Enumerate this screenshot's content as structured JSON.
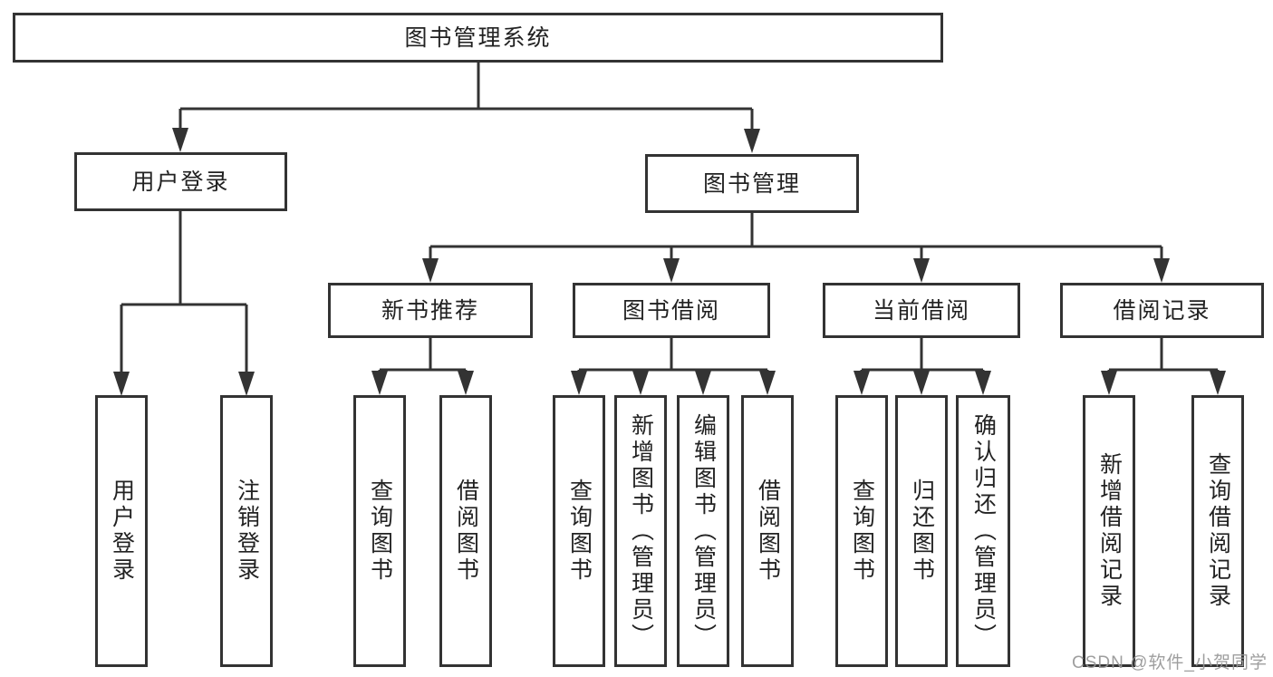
{
  "diagram": {
    "root": {
      "label": "图书管理系统"
    },
    "branches": [
      {
        "label": "用户登录"
      },
      {
        "label": "图书管理"
      }
    ],
    "modules": [
      {
        "label": "新书推荐"
      },
      {
        "label": "图书借阅"
      },
      {
        "label": "当前借阅"
      },
      {
        "label": "借阅记录"
      }
    ],
    "leaves": [
      {
        "label": "用户登录"
      },
      {
        "label": "注销登录"
      },
      {
        "label": "查询图书"
      },
      {
        "label": "借阅图书"
      },
      {
        "label": "查询图书"
      },
      {
        "label": "新增图书（管理员）"
      },
      {
        "label": "编辑图书（管理员）"
      },
      {
        "label": "借阅图书"
      },
      {
        "label": "查询图书"
      },
      {
        "label": "归还图书"
      },
      {
        "label": "确认归还（管理员）"
      },
      {
        "label": "新增借阅记录"
      },
      {
        "label": "查询借阅记录"
      }
    ]
  },
  "watermark": {
    "text": "CSDN @软件_小贺同学"
  },
  "colors": {
    "line": "#333333",
    "box_border": "#333333",
    "text": "#222222",
    "background": "#ffffff",
    "watermark": "#969696"
  }
}
